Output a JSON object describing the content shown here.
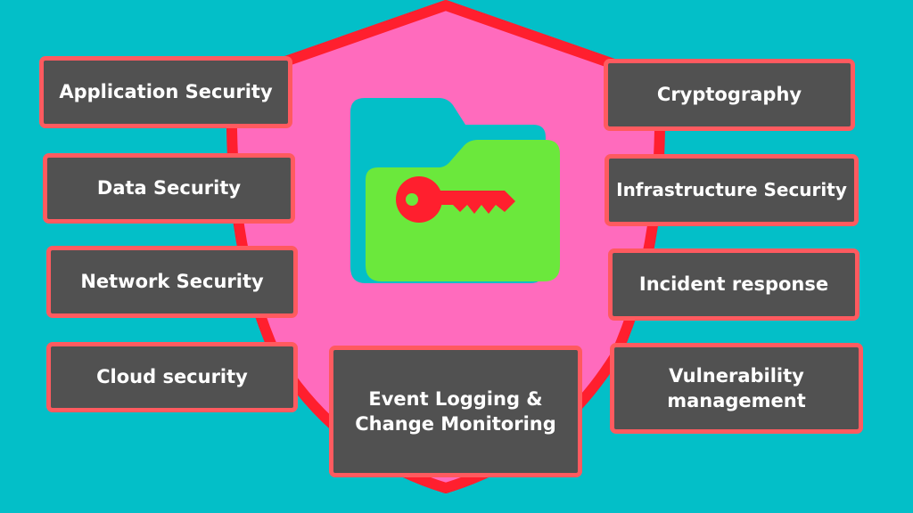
{
  "colors": {
    "background": "#03bfc8",
    "shield_fill": "#ff6bbd",
    "shield_border": "#ff1f2e",
    "box_fill": "#515151",
    "box_border": "#ff5a5f",
    "folder_back": "#03bfc8",
    "folder_front": "#6be83c",
    "key": "#ff1f2e"
  },
  "icons": [
    "shield-icon",
    "folder-icon",
    "key-icon"
  ],
  "left_items": [
    {
      "label": "Application Security"
    },
    {
      "label": "Data Security"
    },
    {
      "label": "Network Security"
    },
    {
      "label": "Cloud security"
    }
  ],
  "center_item": {
    "label": "Event Logging &\nChange Monitoring"
  },
  "right_items": [
    {
      "label": "Cryptography"
    },
    {
      "label": "Infrastructure Security"
    },
    {
      "label": "Incident response"
    },
    {
      "label": "Vulnerability\nmanagement"
    }
  ]
}
